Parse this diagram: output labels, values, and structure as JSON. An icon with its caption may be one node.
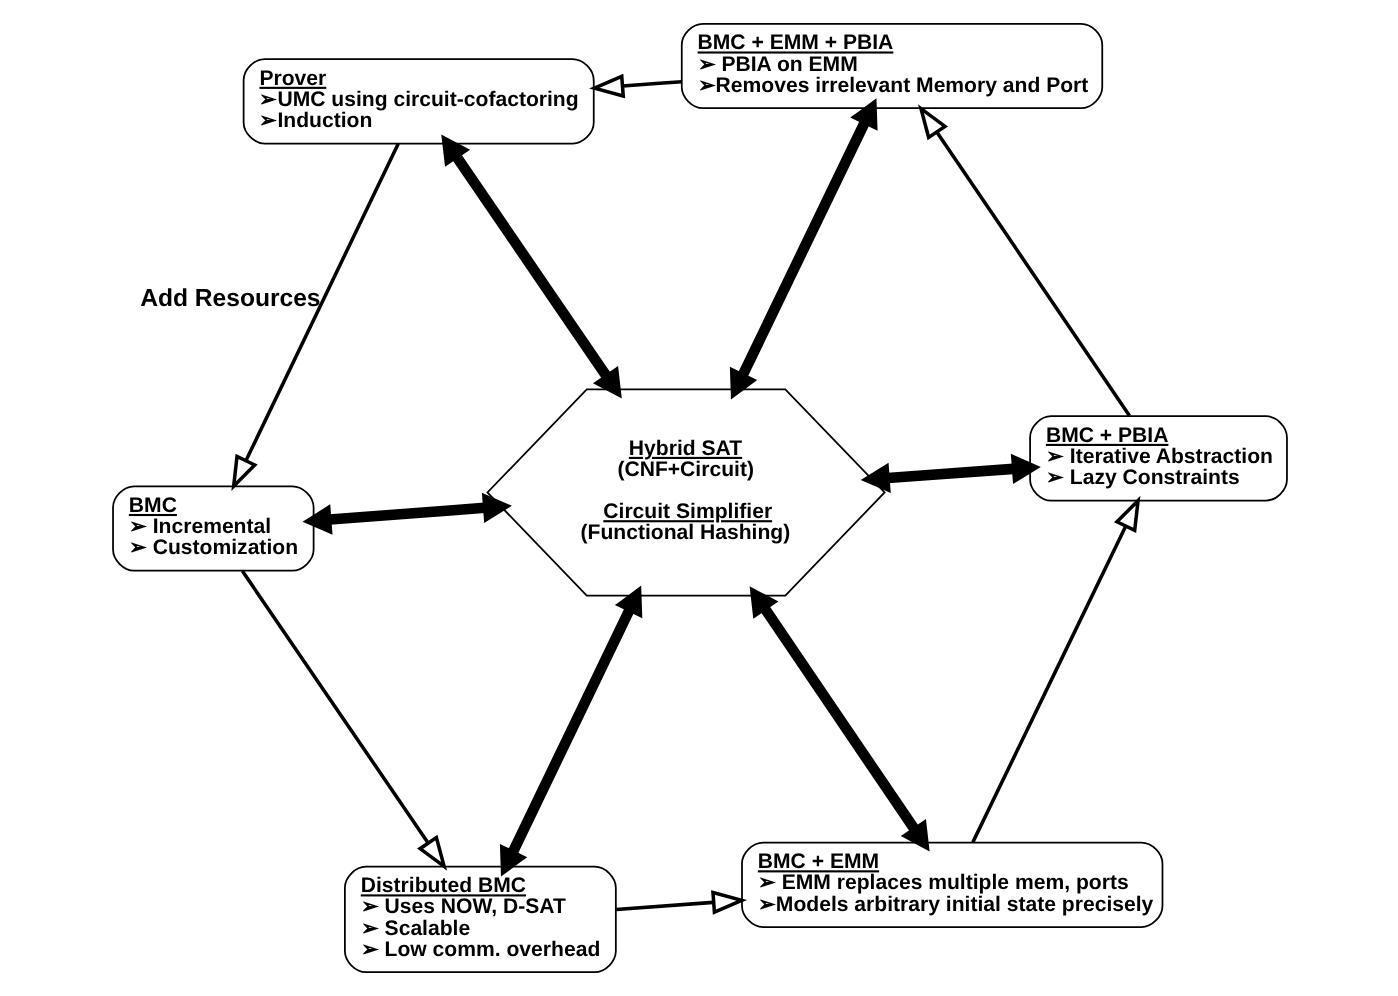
{
  "diagram": {
    "nodes": [
      {
        "text": [
          "BMC",
          "➢ Incremental",
          "➢ Customization"
        ]
      },
      {
        "text": [
          "Distributed BMC",
          "➢ Uses NOW, D-SAT",
          "➢ Scalable",
          "➢ Low comm. overhead"
        ]
      },
      {
        "text": [
          "BMC + EMM",
          "➢ EMM replaces multiple mem, ports",
          "➢Models arbitrary initial state precisely"
        ]
      },
      {
        "text": [
          "BMC + PBIA",
          "➢ Iterative Abstraction",
          "➢ Lazy Constraints"
        ]
      },
      {
        "text": [
          "BMC + EMM + PBIA",
          "➢ PBIA on EMM",
          "➢Removes irrelevant Memory and Port"
        ]
      },
      {
        "text": [
          "Prover",
          "➢UMC using circuit-cofactoring",
          "➢Induction"
        ]
      },
      {
        "text": [
          "Hybrid SAT",
          "(CNF+Circuit)",
          "Circuit Simplifier",
          "(Functional Hashing)"
        ]
      }
    ],
    "edges": [
      {
        "from": 0,
        "to": 1,
        "arrow": "to"
      },
      {
        "from": 1,
        "to": 2,
        "arrow": "to"
      },
      {
        "from": 2,
        "to": 3,
        "arrow": "to"
      },
      {
        "from": 3,
        "to": 4,
        "arrow": "to"
      },
      {
        "from": 4,
        "to": 5,
        "arrow": "to"
      },
      {
        "from": 5,
        "to": 0,
        "arrow": "to",
        "label": "Add Resources"
      },
      {
        "from": 6,
        "to": 0,
        "arrow": "both",
        "style": "thick"
      },
      {
        "from": 6,
        "to": 1,
        "arrow": "both",
        "style": "thick"
      },
      {
        "from": 6,
        "to": 2,
        "arrow": "both",
        "style": "thick"
      },
      {
        "from": 6,
        "to": 3,
        "arrow": "both",
        "style": "thick"
      },
      {
        "from": 6,
        "to": 4,
        "arrow": "both",
        "style": "thick"
      },
      {
        "from": 6,
        "to": 5,
        "arrow": "both",
        "style": "thick"
      }
    ]
  }
}
